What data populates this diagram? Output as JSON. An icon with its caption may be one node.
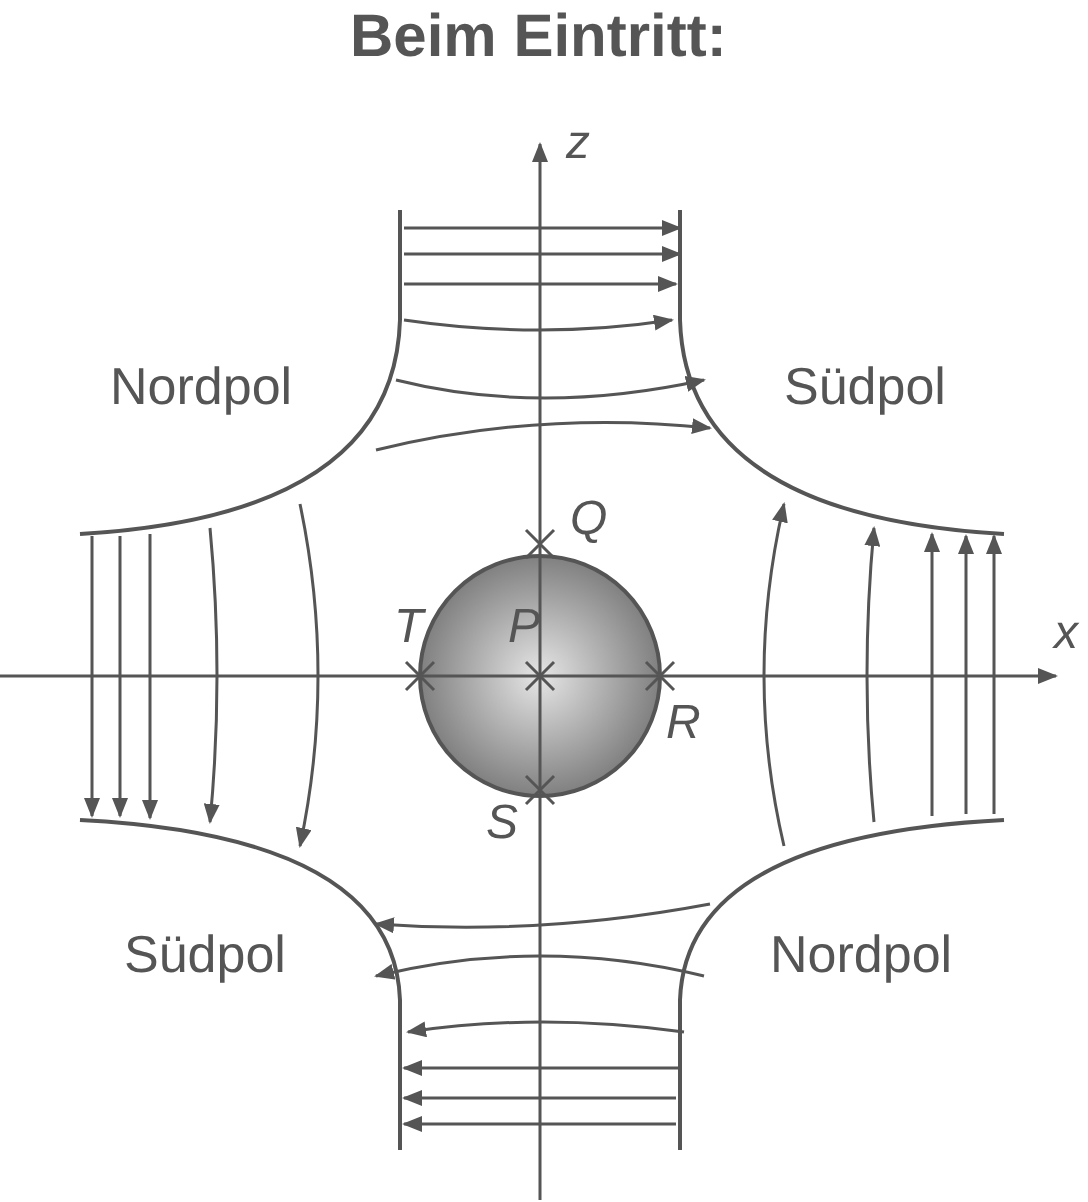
{
  "diagram": {
    "title": "Beim Eintritt:",
    "labels": [
      "z",
      "Nordpol",
      "Südpol",
      "Q",
      "T",
      "P",
      "x",
      "R",
      "S",
      "Südpol",
      "Nordpol"
    ]
  }
}
